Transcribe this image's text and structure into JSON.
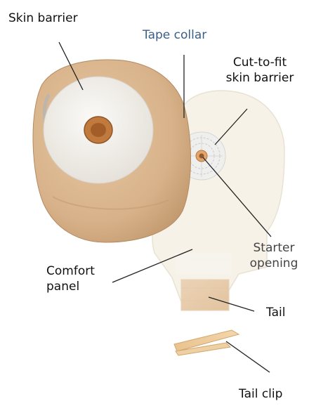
{
  "labels": {
    "skin_barrier": "Skin barrier",
    "tape_collar": "Tape collar",
    "cut_to_fit_line1": "Cut-to-fit",
    "cut_to_fit_line2": "skin barrier",
    "starter_line1": "Starter",
    "starter_line2": "opening",
    "comfort_line1": "Comfort",
    "comfort_line2": "panel",
    "tail": "Tail",
    "tail_clip": "Tail clip"
  },
  "colors": {
    "text_default": "#111111",
    "text_tape_collar": "#3a5f86",
    "text_starter": "#444444",
    "leader_line": "#222222",
    "pouch_tan": "#d9b58e",
    "pouch_tan_dark": "#c79d72",
    "barrier_wafer": "#f2f0ec",
    "clear_pouch": "#f5f2ea"
  }
}
